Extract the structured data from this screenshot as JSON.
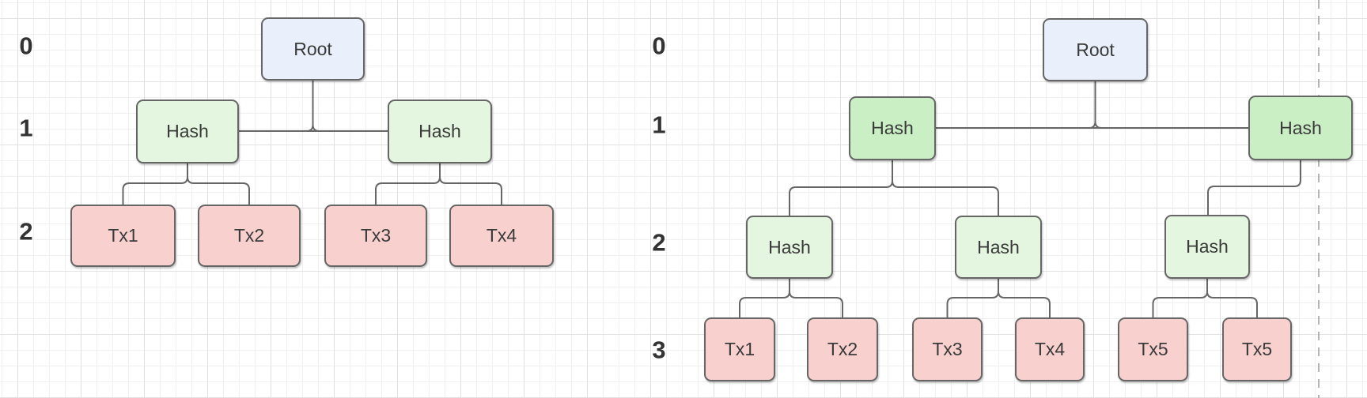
{
  "colors": {
    "root_fill": "#e9f0fb",
    "hash_strong_fill": "#caefc5",
    "hash_light_fill": "#e4f6df",
    "tx_fill": "#f8d0ce",
    "stroke": "#666666",
    "connector": "#666666",
    "grid_minor": "#f0f0f0",
    "grid_major": "#e2e2e2",
    "page_break": "#b4b4b4",
    "label_color": "#333333"
  },
  "left_tree": {
    "row_labels": [
      "0",
      "1",
      "2"
    ],
    "nodes": {
      "root": {
        "label": "Root"
      },
      "hash_l": {
        "label": "Hash"
      },
      "hash_r": {
        "label": "Hash"
      },
      "tx1": {
        "label": "Tx1"
      },
      "tx2": {
        "label": "Tx2"
      },
      "tx3": {
        "label": "Tx3"
      },
      "tx4": {
        "label": "Tx4"
      }
    },
    "edges": [
      {
        "from": "root",
        "to": "hash_l"
      },
      {
        "from": "root",
        "to": "hash_r"
      },
      {
        "from": "hash_l",
        "to": "tx1"
      },
      {
        "from": "hash_l",
        "to": "tx2"
      },
      {
        "from": "hash_r",
        "to": "tx3"
      },
      {
        "from": "hash_r",
        "to": "tx4"
      }
    ]
  },
  "right_tree": {
    "row_labels": [
      "0",
      "1",
      "2",
      "3"
    ],
    "nodes": {
      "root": {
        "label": "Root"
      },
      "hash_1a": {
        "label": "Hash"
      },
      "hash_1b": {
        "label": "Hash"
      },
      "hash_2a": {
        "label": "Hash"
      },
      "hash_2b": {
        "label": "Hash"
      },
      "hash_2c": {
        "label": "Hash"
      },
      "tx1": {
        "label": "Tx1"
      },
      "tx2": {
        "label": "Tx2"
      },
      "tx3": {
        "label": "Tx3"
      },
      "tx4": {
        "label": "Tx4"
      },
      "tx5a": {
        "label": "Tx5"
      },
      "tx5b": {
        "label": "Tx5"
      }
    },
    "edges": [
      {
        "from": "root",
        "to": "hash_1a"
      },
      {
        "from": "root",
        "to": "hash_1b"
      },
      {
        "from": "hash_1a",
        "to": "hash_2a"
      },
      {
        "from": "hash_1a",
        "to": "hash_2b"
      },
      {
        "from": "hash_1b",
        "to": "hash_2c"
      },
      {
        "from": "hash_2a",
        "to": "tx1"
      },
      {
        "from": "hash_2a",
        "to": "tx2"
      },
      {
        "from": "hash_2b",
        "to": "tx3"
      },
      {
        "from": "hash_2b",
        "to": "tx4"
      },
      {
        "from": "hash_2c",
        "to": "tx5a"
      },
      {
        "from": "hash_2c",
        "to": "tx5b"
      }
    ]
  }
}
